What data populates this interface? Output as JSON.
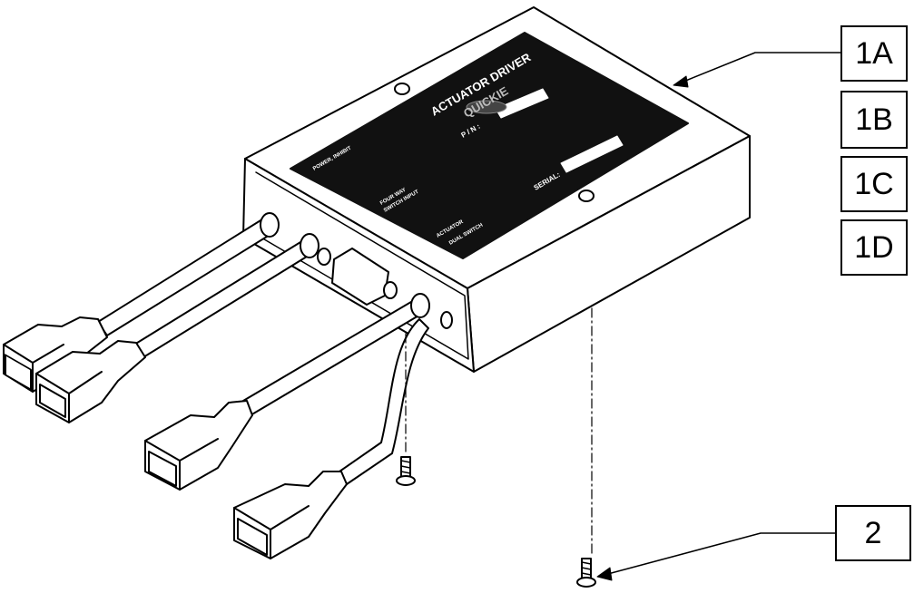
{
  "diagram": {
    "callouts": [
      {
        "id": "1a",
        "label": "1A"
      },
      {
        "id": "1b",
        "label": "1B"
      },
      {
        "id": "1c",
        "label": "1C"
      },
      {
        "id": "1d",
        "label": "1D"
      },
      {
        "id": "2",
        "label": "2"
      }
    ],
    "label_plate": {
      "title": "ACTUATOR DRIVER",
      "brand": "QUICKIE",
      "pn_label": "P / N :",
      "serial_label": "SERIAL:",
      "power_inhibit": "POWER, INHIBIT",
      "four_way_line1": "FOUR WAY",
      "four_way_line2": "SWITCH INPUT",
      "actuator": "ACTUATOR",
      "dual_switch": "DUAL SWITCH"
    },
    "colors": {
      "line": "#000000",
      "plate": "#111111",
      "plate_text": "#ffffff",
      "background": "#ffffff"
    }
  }
}
